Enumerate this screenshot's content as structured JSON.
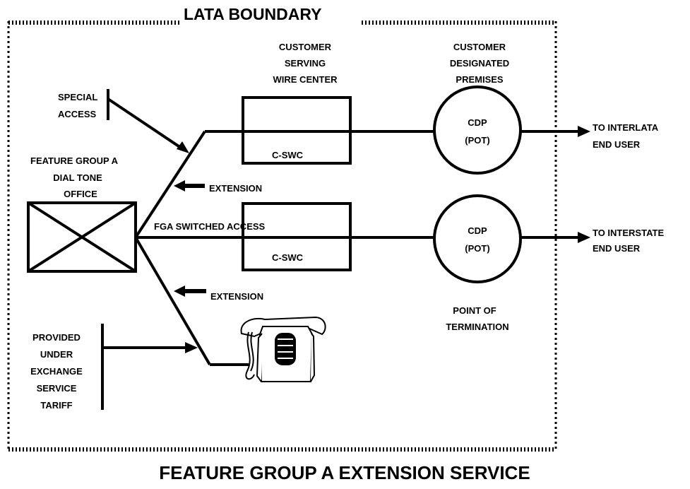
{
  "boundary_label": "LATA BOUNDARY",
  "footer_title": "FEATURE GROUP A EXTENSION SERVICE",
  "labels": {
    "special_access": [
      "SPECIAL",
      "ACCESS"
    ],
    "fga_dial_tone_office": [
      "FEATURE GROUP A",
      "DIAL TONE",
      "OFFICE"
    ],
    "customer_serving_wire_center": [
      "CUSTOMER",
      "SERVING",
      "WIRE CENTER"
    ],
    "customer_designated_premises": [
      "CUSTOMER",
      "DESIGNATED",
      "PREMISES"
    ],
    "cswc_top": "C-SWC",
    "cswc_bottom": "C-SWC",
    "cdp_top": [
      "CDP",
      "(POT)"
    ],
    "cdp_bottom": [
      "CDP",
      "(POT)"
    ],
    "to_interlata": [
      "TO INTERLATA",
      "END USER"
    ],
    "to_interstate": [
      "TO INTERSTATE",
      "END USER"
    ],
    "extension_upper": "EXTENSION",
    "extension_lower": "EXTENSION",
    "fga_switched_access": "FGA SWITCHED ACCESS",
    "point_of_termination": [
      "POINT OF",
      "TERMINATION"
    ],
    "provided_under_tariff": [
      "PROVIDED",
      "UNDER",
      "EXCHANGE",
      "SERVICE",
      "TARIFF"
    ]
  },
  "icons": {
    "office": "crossed-box-icon",
    "telephone": "telephone-icon"
  }
}
